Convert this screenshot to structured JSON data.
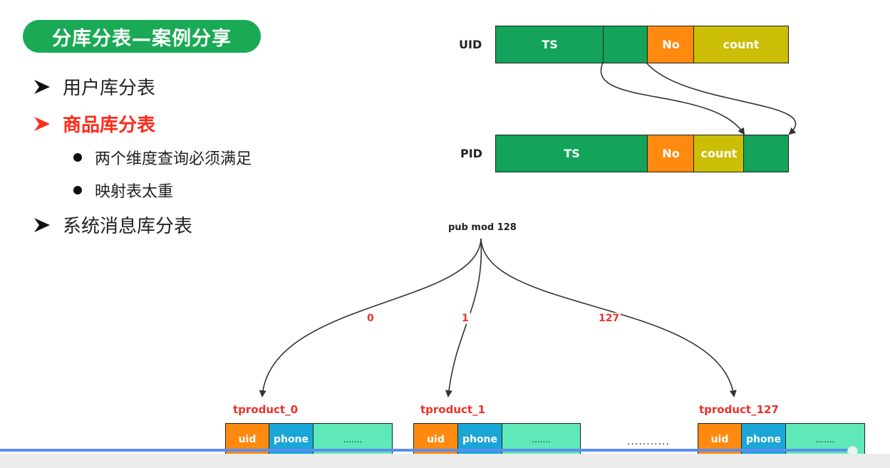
{
  "title": "分库分表—案例分享",
  "bullets": [
    {
      "label": "用户库分表"
    },
    {
      "label": "商品库分表"
    },
    {
      "label": "系统消息库分表"
    }
  ],
  "sub_bullets": [
    {
      "label": "两个维度查询必须满足"
    },
    {
      "label": "映射表太重"
    }
  ],
  "uid_row": {
    "label": "UID",
    "seg_ts": "TS",
    "seg_no": "No",
    "seg_count": "count"
  },
  "pid_row": {
    "label": "PID",
    "seg_ts": "TS",
    "seg_no": "No",
    "seg_count": "count"
  },
  "mod_label": "pub mod 128",
  "branch_labels": [
    "0",
    "1",
    "127"
  ],
  "tables": [
    {
      "name": "tproduct_0",
      "cols": [
        "uid",
        "phone",
        "......."
      ]
    },
    {
      "name": "tproduct_1",
      "cols": [
        "uid",
        "phone",
        "......."
      ]
    },
    {
      "name": "tproduct_127",
      "cols": [
        "uid",
        "phone",
        "......."
      ]
    }
  ],
  "between_ellipsis": "...........",
  "colors": {
    "title_bg": "#1aaa55",
    "highlight_text": "#ff2a1a",
    "ts_green": "#13a35a",
    "no_orange": "#ff8a0f",
    "count_olive": "#ccbe06",
    "phone_blue": "#1aa6d6",
    "rest_mint": "#5fe8b8",
    "table_name_red": "#e8332a",
    "progress_blue": "#5a8ef0"
  }
}
